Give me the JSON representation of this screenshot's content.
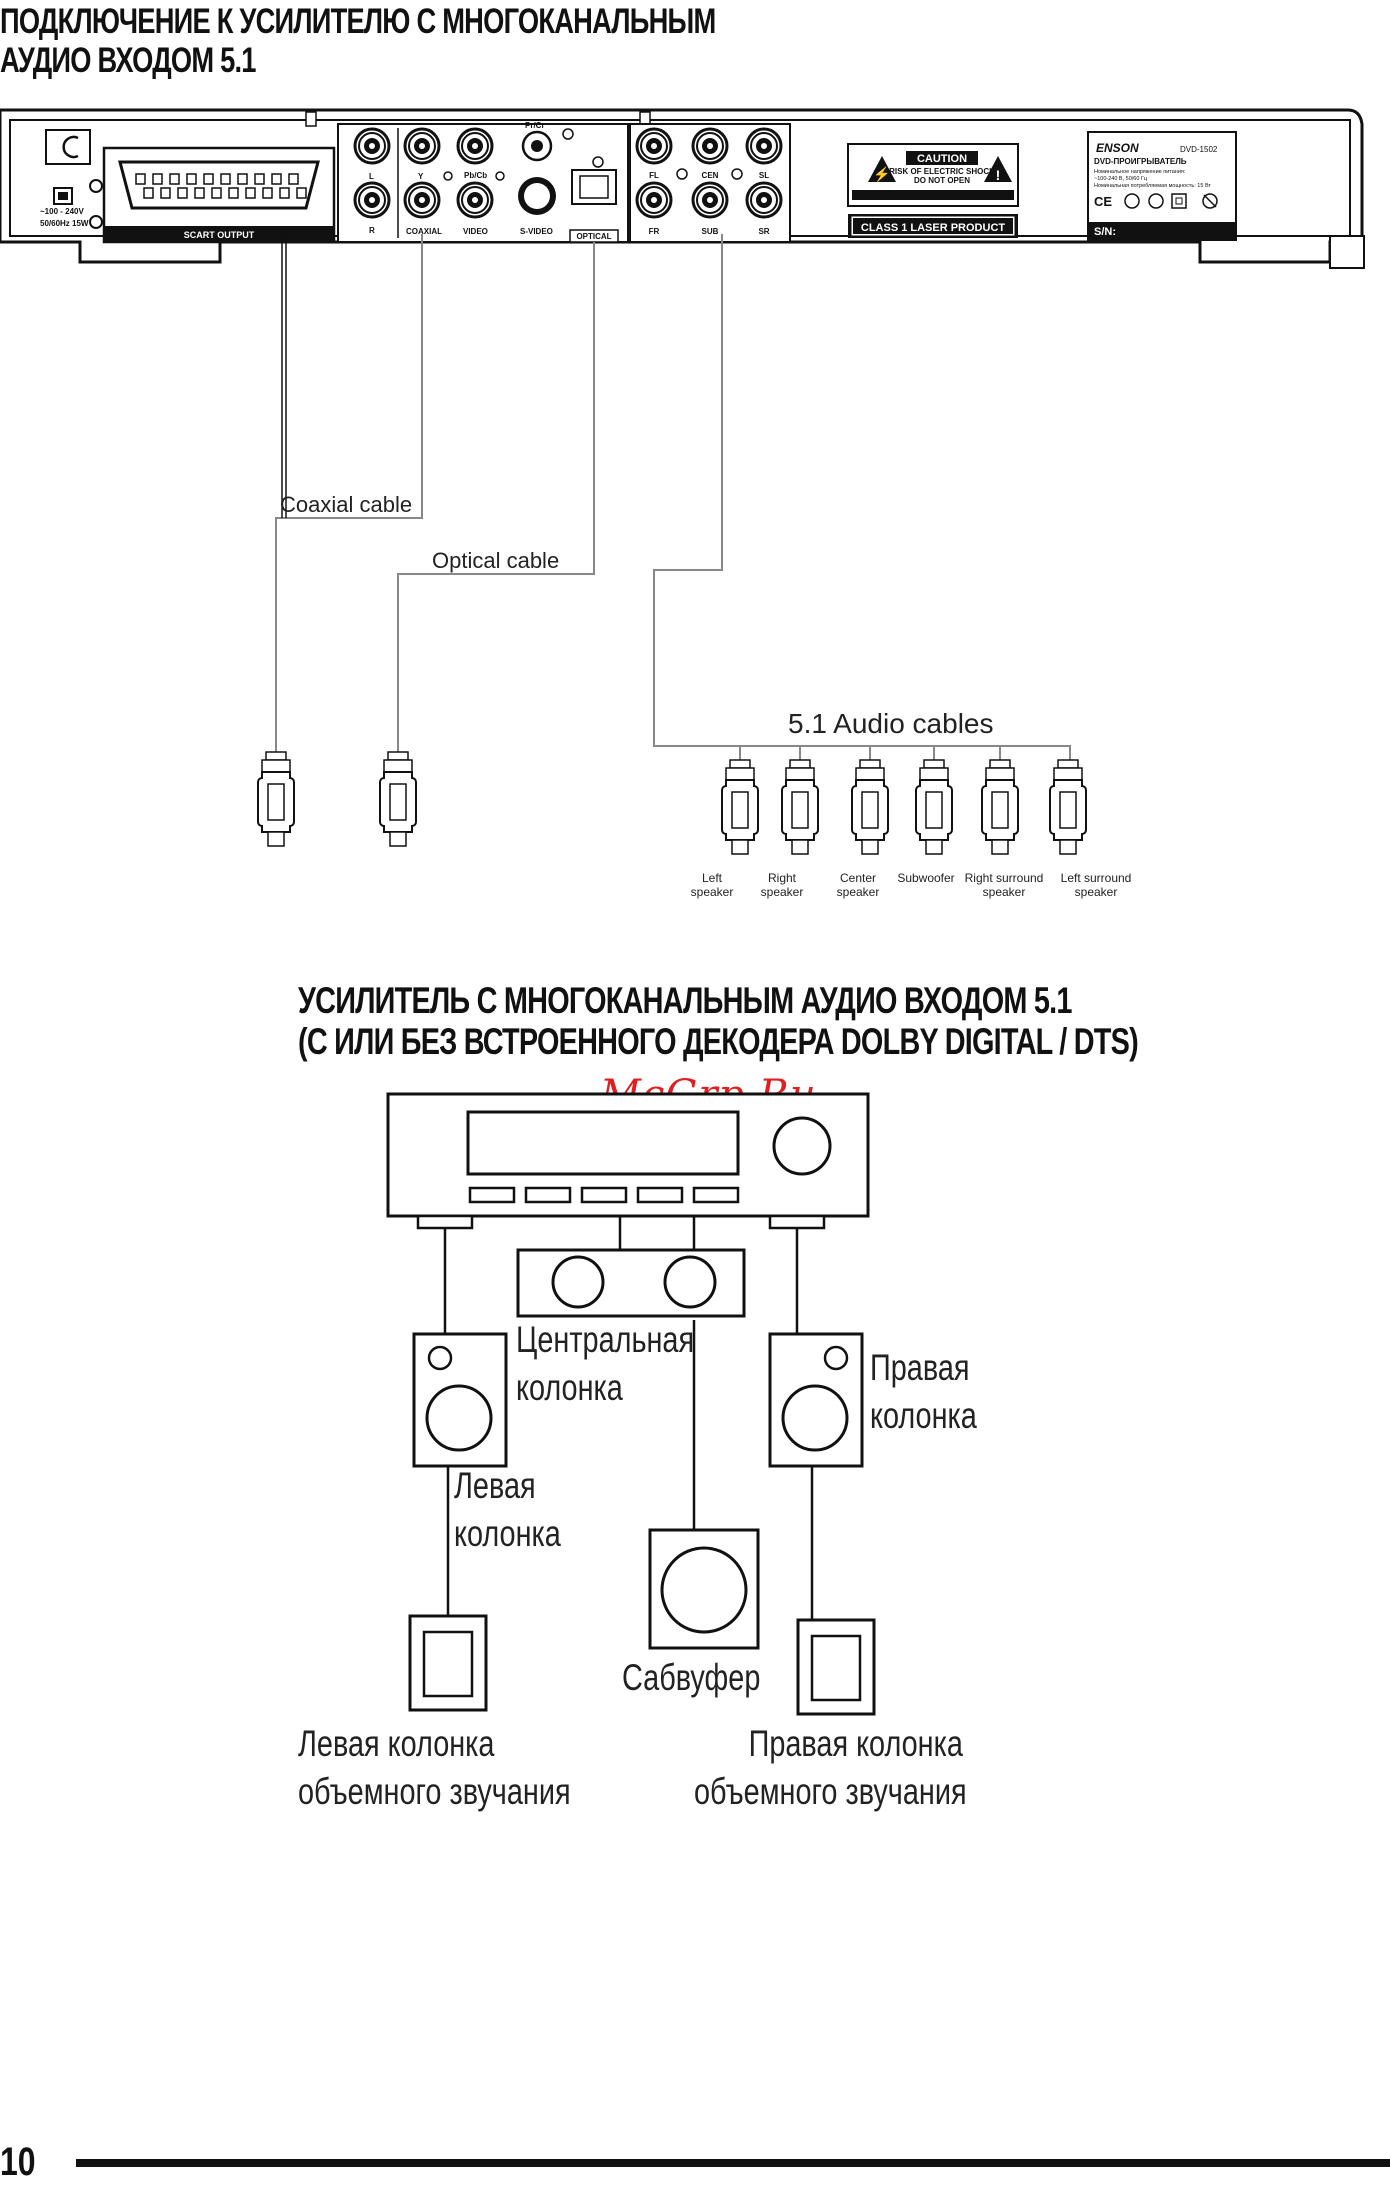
{
  "headings": {
    "top": [
      "ПОДКЛЮЧЕНИЕ К УСИЛИТЕЛЮ С МНОГОКАНАЛЬНЫМ",
      "АУДИО ВХОДОМ 5.1"
    ],
    "mid": [
      "УСИЛИТЕЛЬ С МНОГОКАНАЛЬНЫМ АУДИО ВХОДОМ 5.1",
      "(С ИЛИ БЕЗ ВСТРОЕННОГО ДЕКОДЕРА DOLBY DIGITAL / DTS)"
    ]
  },
  "watermark": "McGrp.Ru",
  "page_number": "10",
  "panel": {
    "power": [
      "~100 - 240V",
      "50/60Hz 15W"
    ],
    "scart": "SCART     OUTPUT",
    "jacks": {
      "l": "L",
      "r": "R",
      "y": "Y",
      "coaxial": "COAXIAL",
      "pbcb": "Pb/Cb",
      "video": "VIDEO",
      "prcr": "Pr/Cr",
      "svideo": "S-VIDEO",
      "optical": "OPTICAL",
      "fl": "FL",
      "cen": "CEN",
      "sl": "SL",
      "fr": "FR",
      "sub": "SUB",
      "sr": "SR"
    },
    "caution": "CAUTION",
    "caution_sub": [
      "RISK OF ELECTRIC SHOCK",
      "DO NOT OPEN"
    ],
    "laser": "CLASS 1 LASER PRODUCT",
    "brand": "ENSON",
    "model": "DVD-1502",
    "spec_title": "DVD-ПРОИГРЫВАТЕЛЬ",
    "spec_lines": [
      "Номинальное напряжение питания:",
      "~100-240 В, 50/60 Гц",
      "Номинальная потребляемая мощность: 15 Вт"
    ],
    "serial": "S/N:"
  },
  "cables": {
    "coaxial": "Coaxial cable",
    "optical": "Optical cable",
    "audio51": "5.1 Audio cables"
  },
  "plugs": [
    [
      "Left",
      "speaker"
    ],
    [
      "Right",
      "speaker"
    ],
    [
      "Center",
      "speaker"
    ],
    [
      "Subwoofer"
    ],
    [
      "Right surround",
      "speaker"
    ],
    [
      "Left surround",
      "speaker"
    ]
  ],
  "speakers": {
    "center": [
      "Центральная",
      "колонка"
    ],
    "right": [
      "Правая",
      "колонка"
    ],
    "left": [
      "Левая",
      "колонка"
    ],
    "sub": [
      "Сабвуфер"
    ],
    "left_surround": [
      "Левая колонка",
      "объемного звучания"
    ],
    "right_surround": [
      "Правая колонка",
      "объемного звучания"
    ]
  }
}
